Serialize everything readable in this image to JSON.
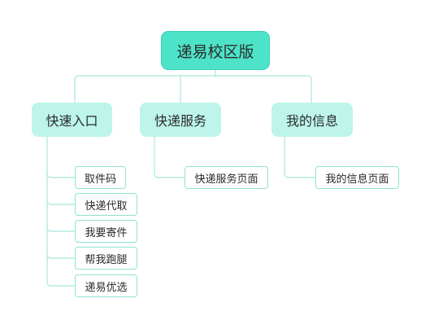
{
  "diagram": {
    "root": "递易校区版",
    "branches": [
      {
        "label": "快速入口",
        "children": [
          "取件码",
          "快递代取",
          "我要寄件",
          "帮我跑腿",
          "递易优选"
        ]
      },
      {
        "label": "快递服务",
        "children": [
          "快递服务页面"
        ]
      },
      {
        "label": "我的信息",
        "children": [
          "我的信息页面"
        ]
      }
    ],
    "colors": {
      "root_fill": "#4de3c8",
      "branch_fill": "#bdf5ea",
      "leaf_border": "#8fe3d3",
      "connector": "#a9e8dc"
    }
  }
}
